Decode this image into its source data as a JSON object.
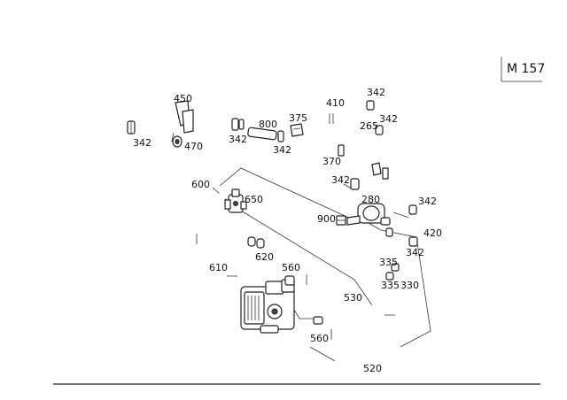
{
  "model_code": "M 157",
  "labels": {
    "l450": "450",
    "l342a": "342",
    "l470": "470",
    "l342b": "342",
    "l800": "800",
    "l342c": "342",
    "l375": "375",
    "l410": "410",
    "l342d": "342",
    "l342e": "342",
    "l265": "265",
    "l370": "370",
    "l342f": "342",
    "l600": "600",
    "l650": "650",
    "l280": "280",
    "l342g": "342",
    "l900": "900",
    "l420": "420",
    "l342h": "342",
    "l335a": "335",
    "l335b": "335",
    "l330": "330",
    "l620": "620",
    "l610": "610",
    "l560a": "560",
    "l530": "530",
    "l560b": "560",
    "l520": "520"
  }
}
